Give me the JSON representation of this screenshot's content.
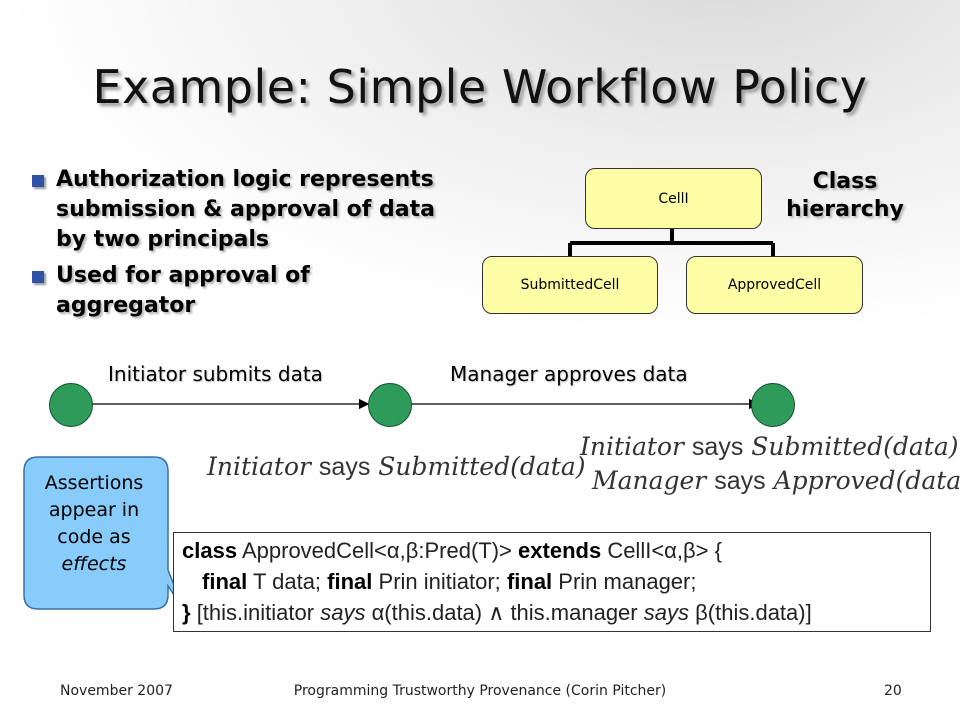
{
  "slide": {
    "title": "Example: Simple Workflow Policy",
    "bullets": [
      "Authorization logic represents submission & approval of data by two principals",
      "Used for approval of aggregator"
    ]
  },
  "hierarchy": {
    "label": "Class hierarchy",
    "root": "CellI",
    "children": [
      "SubmittedCell",
      "ApprovedCell"
    ]
  },
  "workflow": {
    "transition1": "Initiator submits data",
    "transition2": "Manager approves data"
  },
  "formulas": {
    "f1": {
      "principal": "Initiator",
      "says": "says",
      "pred": "Submitted",
      "arg": "(data)"
    },
    "f2_line1": {
      "principal": "Initiator",
      "says": "says",
      "pred": "Submitted",
      "arg": "(data)",
      "op": "∧"
    },
    "f2_line2": {
      "principal": "Manager",
      "says": "says",
      "pred": "Approved",
      "arg": "(data)"
    }
  },
  "callout": {
    "text": "Assertions appear in code as",
    "emph": "effects"
  },
  "code": {
    "kw_class": "class",
    "decl": "ApprovedCell<α,β:Pred(T)>",
    "kw_extends": "extends",
    "super": "CellI<α,β> {",
    "kw_final1": "final",
    "field1": "T data;",
    "kw_final2": "final",
    "field2": "Prin initiator;",
    "kw_final3": "final",
    "field3": "Prin manager;",
    "close": "}",
    "effect_a": "[this.initiator",
    "says1": "says",
    "effect_b": "α(this.data) ∧ this.manager",
    "says2": "says",
    "effect_c": "β(this.data)]"
  },
  "footer": {
    "left": "November 2007",
    "center": "Programming Trustworthy Provenance (Corin Pitcher)",
    "page": "20"
  }
}
